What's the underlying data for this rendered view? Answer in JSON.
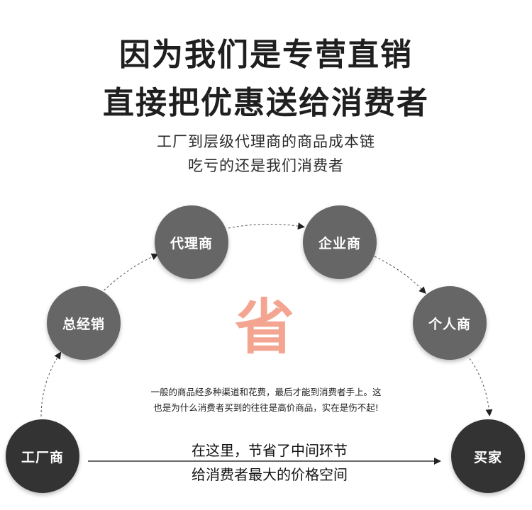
{
  "headline": {
    "line1": "因为我们是专营直销",
    "line2": "直接把优惠送给消费者"
  },
  "subheadline": {
    "line1": "工厂到层级代理商的商品成本链",
    "line2": "吃亏的还是我们消费者"
  },
  "chain": {
    "factory": "工厂商",
    "distributor": "总经销",
    "agent": "代理商",
    "enterprise": "企业商",
    "personal": "个人商",
    "buyer": "买家"
  },
  "center_char": "省",
  "description": {
    "line1": "一般的商品经多种渠道和花费，最后才能到消费者手上。这",
    "line2": "也是为什么消费者买到的往往是高价商品，实在是伤不起!"
  },
  "direct": {
    "line1": "在这里，节省了中间环节",
    "line2": "给消费者最大的价格空间"
  },
  "colors": {
    "end_nodes": "#333333",
    "mid_nodes": "#666666",
    "save_char": "#f4a592"
  }
}
